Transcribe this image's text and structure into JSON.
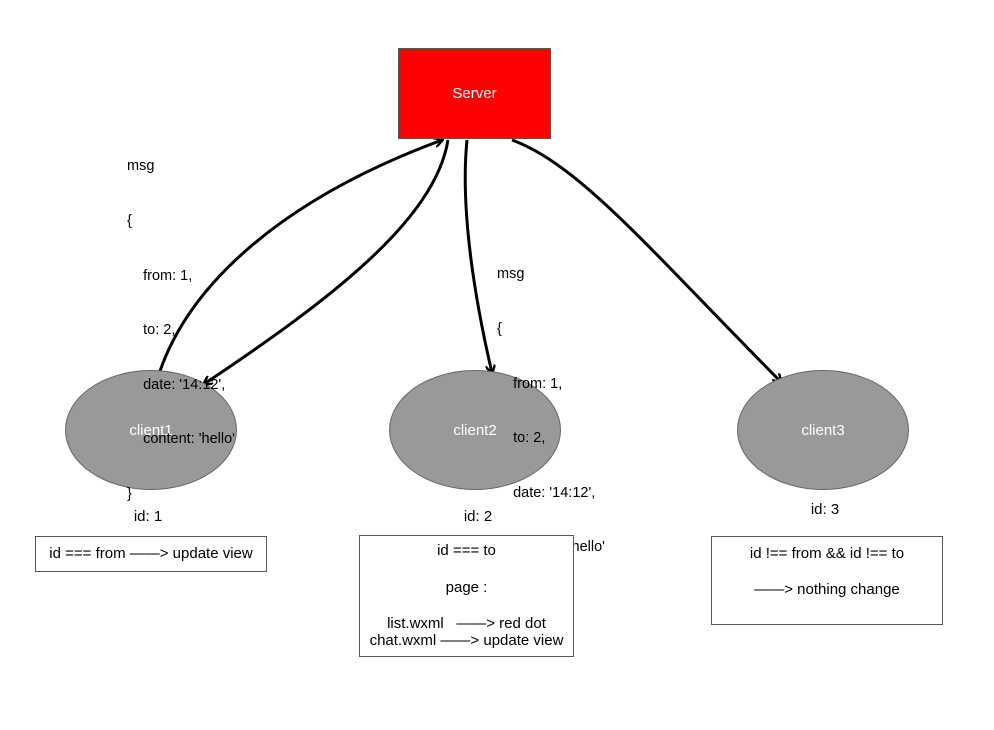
{
  "server": {
    "label": "Server",
    "color": "#ff0000"
  },
  "clients": [
    {
      "label": "client1",
      "id_text": "id: 1"
    },
    {
      "label": "client2",
      "id_text": "id: 2"
    },
    {
      "label": "client3",
      "id_text": "id: 3"
    }
  ],
  "client_color": "#999999",
  "msg_blocks": [
    {
      "lines": [
        "msg",
        "{",
        "    from: 1,",
        "    to: 2,",
        "    date: '14:12',",
        "    content: 'hello'",
        "}"
      ]
    },
    {
      "lines": [
        "msg",
        "{",
        "    from: 1,",
        "    to: 2,",
        "    date: '14:12',",
        "    content: 'hello'",
        "}"
      ]
    }
  ],
  "rules": {
    "client1": {
      "line1": "id === from ——> update view"
    },
    "client2": {
      "line1": "id === to",
      "line2": "page :",
      "line3": "list.wxml   ——> red dot",
      "line4": "chat.wxml ——> update view"
    },
    "client3": {
      "line1": "id !== from && id !== to",
      "line2": "——> nothing change"
    }
  }
}
